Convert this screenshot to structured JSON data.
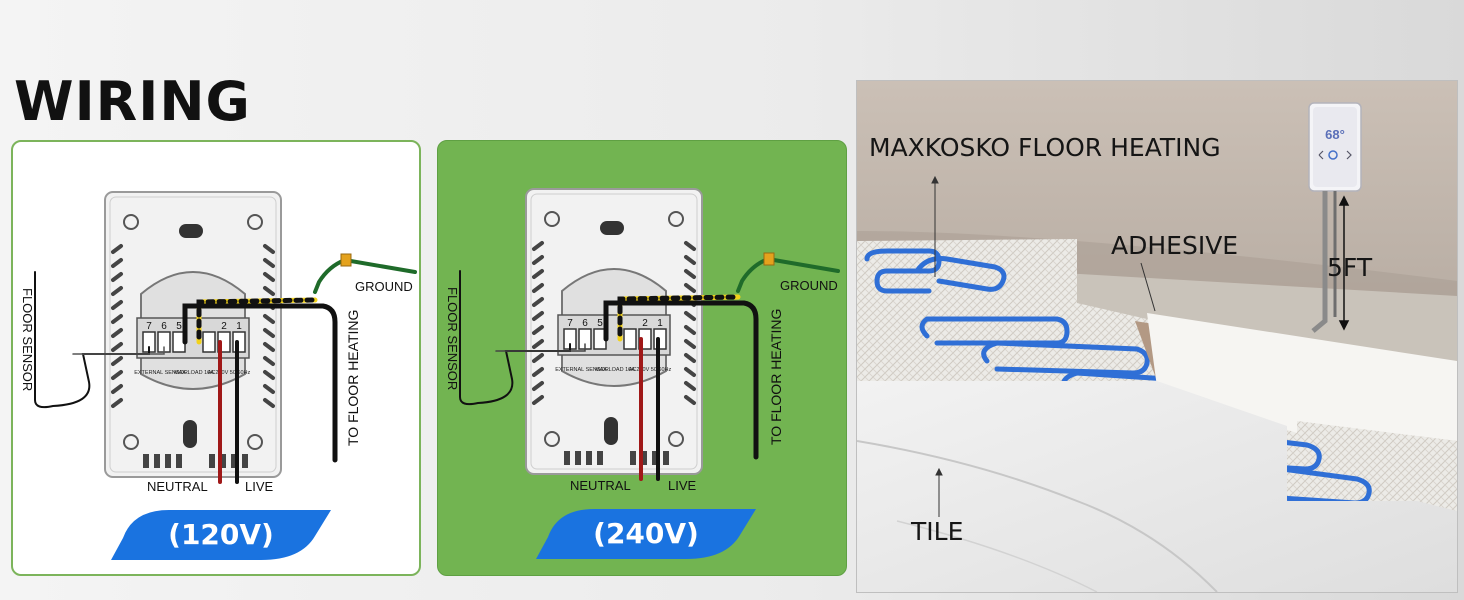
{
  "title": "WIRING",
  "diagrams": [
    {
      "voltage": "(120V)",
      "terminal_numbers": [
        "7",
        "6",
        "5",
        "2",
        "1"
      ],
      "terminal_captions": [
        "EXTERNAL SENSOR",
        "MAX LOAD 16A",
        "AC240V 50/60Hz"
      ],
      "labels": {
        "floor_sensor": "FLOOR SENSOR",
        "ground": "GROUND",
        "to_floor_heating": "TO FLOOR HEATING",
        "neutral": "NEUTRAL",
        "live": "LIVE"
      }
    },
    {
      "voltage": "(240V)",
      "terminal_numbers": [
        "7",
        "6",
        "5",
        "2",
        "1"
      ],
      "terminal_captions": [
        "EXTERNAL SENSOR",
        "MAX LOAD 16A",
        "AC240V 50/60Hz"
      ],
      "labels": {
        "floor_sensor": "FLOOR SENSOR",
        "ground": "GROUND",
        "to_floor_heating": "TO FLOOR HEATING",
        "neutral": "NEUTRAL",
        "live": "LIVE"
      }
    }
  ],
  "installation": {
    "heating_label": "MAXKOSKO FLOOR HEATING",
    "adhesive_label": "ADHESIVE",
    "tile_label": "TILE",
    "cable_length_label": "5FT",
    "thermostat_display": "68°"
  },
  "colors": {
    "panel_green": "#72b451",
    "badge_blue": "#1a73e0",
    "live_wire": "#111111",
    "neutral_wire": "#a01818",
    "ground_wire": "#1f6b2a",
    "heating_cable": "#2f6fd6"
  }
}
